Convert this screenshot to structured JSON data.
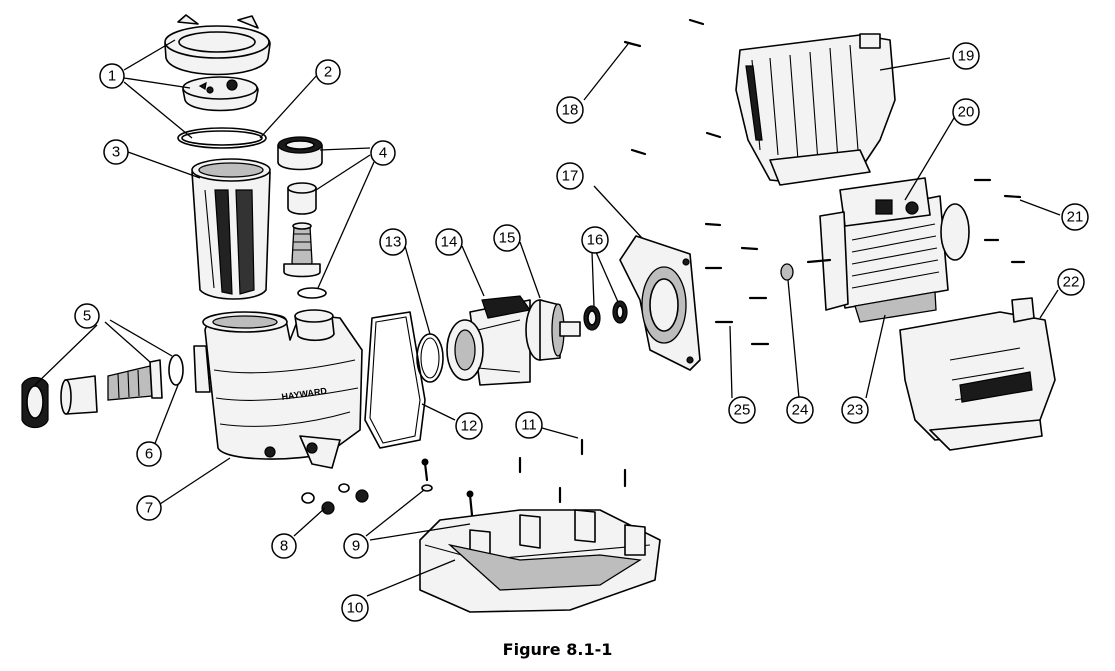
{
  "caption": "Figure 8.1-1",
  "brand_text": "HAYWARD",
  "callouts": [
    {
      "id": "c1",
      "label": "1"
    },
    {
      "id": "c2",
      "label": "2"
    },
    {
      "id": "c3",
      "label": "3"
    },
    {
      "id": "c4",
      "label": "4"
    },
    {
      "id": "c5",
      "label": "5"
    },
    {
      "id": "c6",
      "label": "6"
    },
    {
      "id": "c7",
      "label": "7"
    },
    {
      "id": "c8",
      "label": "8"
    },
    {
      "id": "c9",
      "label": "9"
    },
    {
      "id": "c10",
      "label": "10"
    },
    {
      "id": "c11",
      "label": "11"
    },
    {
      "id": "c12",
      "label": "12"
    },
    {
      "id": "c13",
      "label": "13"
    },
    {
      "id": "c14",
      "label": "14"
    },
    {
      "id": "c15",
      "label": "15"
    },
    {
      "id": "c16",
      "label": "16"
    },
    {
      "id": "c17",
      "label": "17"
    },
    {
      "id": "c18",
      "label": "18"
    },
    {
      "id": "c19",
      "label": "19"
    },
    {
      "id": "c20",
      "label": "20"
    },
    {
      "id": "c21",
      "label": "21"
    },
    {
      "id": "c22",
      "label": "22"
    },
    {
      "id": "c23",
      "label": "23"
    },
    {
      "id": "c24",
      "label": "24"
    },
    {
      "id": "c25",
      "label": "25"
    }
  ]
}
